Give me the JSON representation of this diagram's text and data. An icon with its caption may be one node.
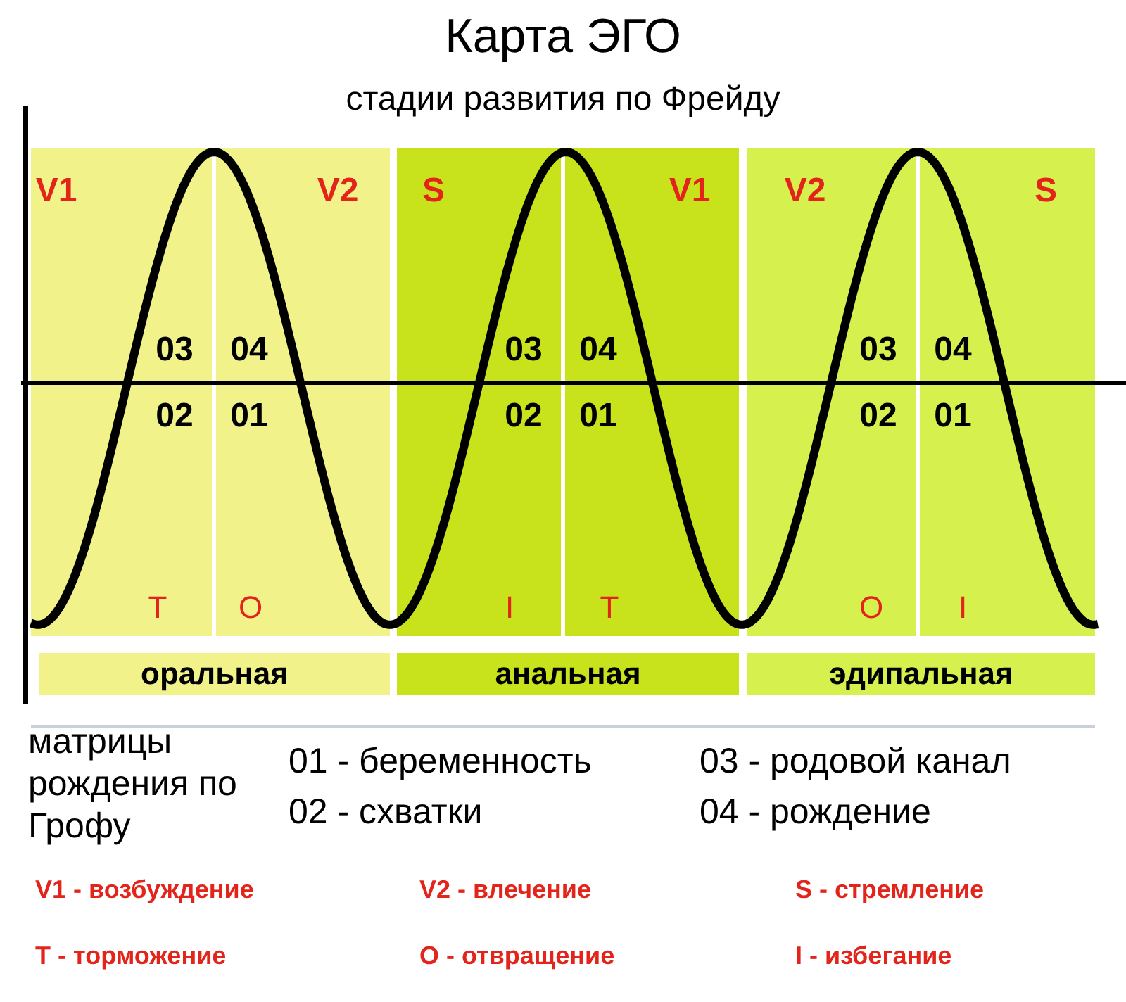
{
  "diagram": {
    "title": "Карта ЭГО",
    "nodes": [
      {
        "text": [
          "оральная"
        ]
      },
      {
        "text": [
          "анальная"
        ]
      },
      {
        "text": [
          "эдипальная"
        ]
      }
    ],
    "edges": [],
    "labels": [
      "стадии развития по Фрейду",
      "V1",
      "V2",
      "S",
      "V1",
      "V2",
      "S",
      "03",
      "04",
      "03",
      "04",
      "03",
      "04",
      "02",
      "01",
      "02",
      "01",
      "02",
      "01",
      "T",
      "O",
      "I",
      "T",
      "O",
      "I",
      "матрицы рождения по Грофу",
      "01 - беременность",
      "03 - родовой канал",
      "02 - схватки",
      "04 - рождение",
      "V1 - возбуждение",
      "V2 - влечение",
      "S - стремление",
      "T - торможение",
      "O - отвращение",
      "I - избегание"
    ]
  }
}
